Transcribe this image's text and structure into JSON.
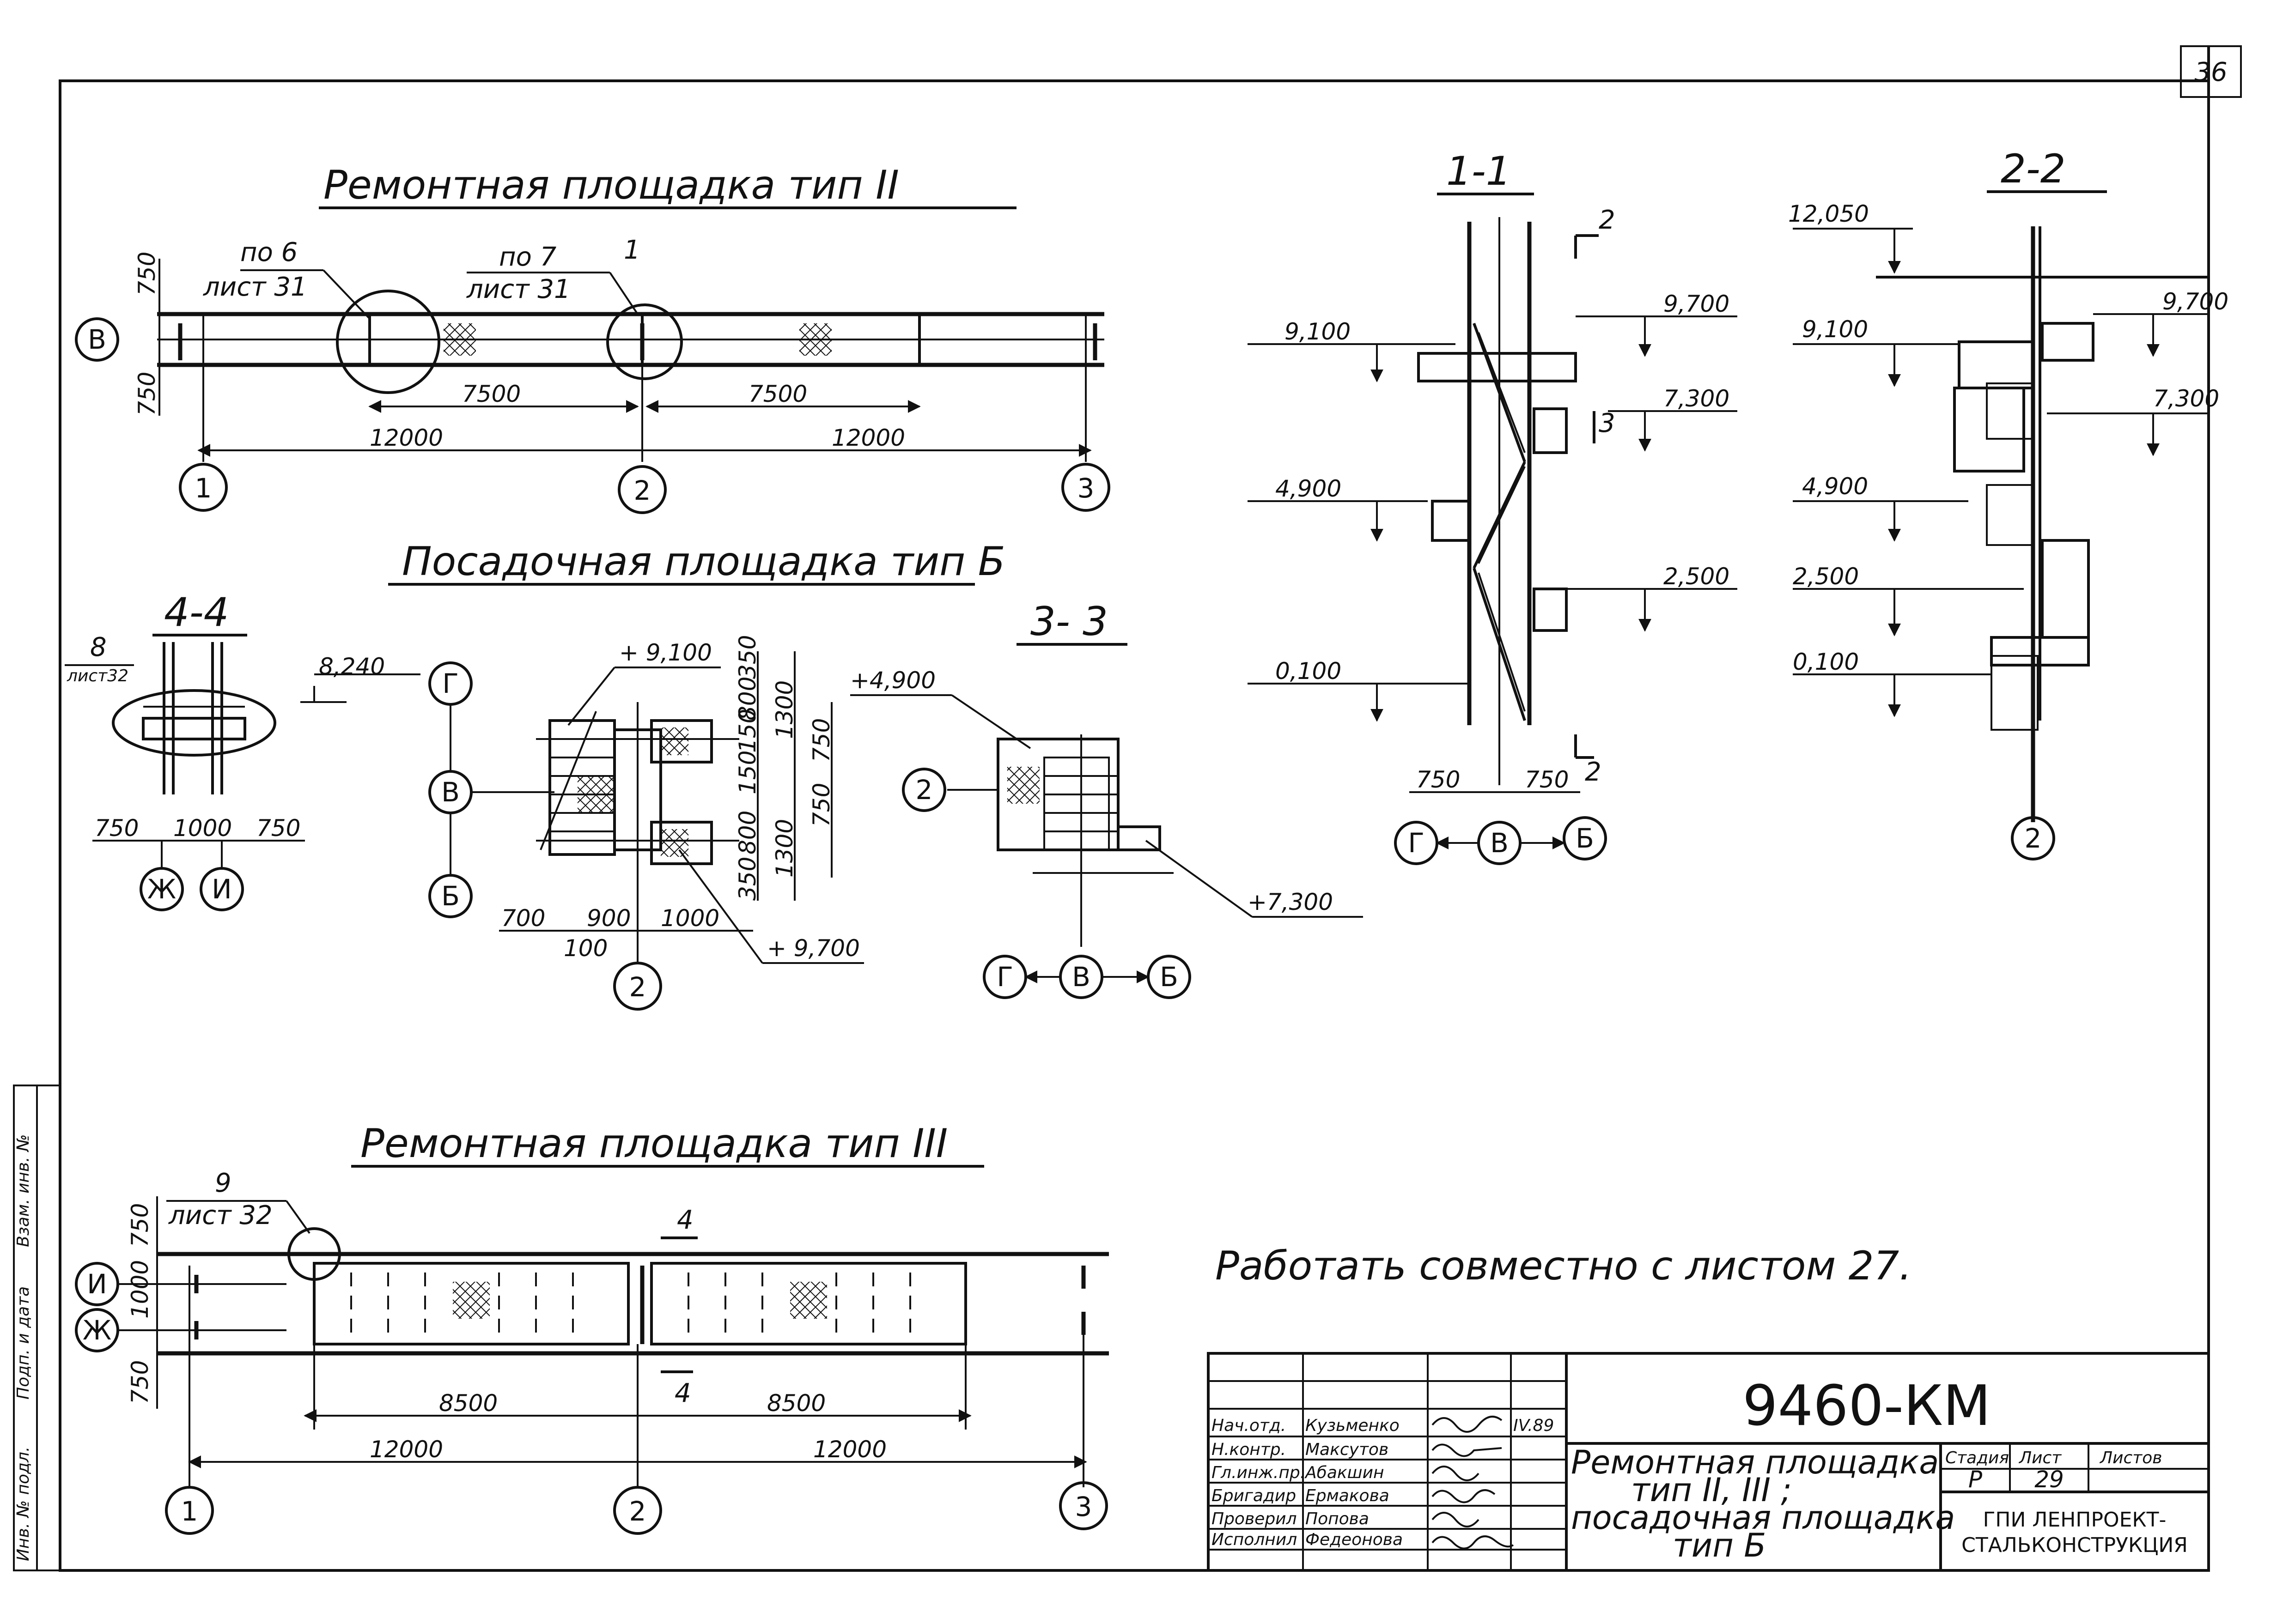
{
  "sheet": {
    "page_number": "36",
    "note": "Работать совместно с листом 27.",
    "left_strip": [
      "Инв. № подл.",
      "Подп. и дата",
      "Взам. инв. №"
    ]
  },
  "plan_type2": {
    "title": "Ремонтная площадка тип II",
    "callout_a": {
      "num": "по 6",
      "sheet": "лист 31"
    },
    "callout_b": {
      "num": "по 7",
      "sheet": "лист 31"
    },
    "section_mark": "1",
    "axis_row": "В",
    "axes": [
      "1",
      "2",
      "3"
    ],
    "dims": {
      "top": "750",
      "bottom": "750",
      "span1": "7500",
      "span2": "7500",
      "axis1": "12000",
      "axis2": "12000"
    }
  },
  "plan_typeB": {
    "title": "Посадочная площадка тип Б",
    "axes_vertical": [
      "Г",
      "В",
      "Б"
    ],
    "axis_bottom": "2",
    "elev_top": "+ 9,100",
    "elev_bottom": "+ 9,700",
    "dims_bottom": [
      "700",
      "900",
      "1000",
      "100"
    ],
    "dims_right": [
      "350",
      "800",
      "150",
      "150",
      "800",
      "350",
      "1300",
      "750",
      "750",
      "1300"
    ]
  },
  "section_4_4": {
    "title": "4-4",
    "callout": {
      "num": "8",
      "sheet": "лист32"
    },
    "elev": "8,240",
    "dims": [
      "750",
      "1000",
      "750"
    ],
    "axes": [
      "Ж",
      "И"
    ]
  },
  "section_3_3": {
    "title": "3- 3",
    "elev_top": "+4,900",
    "elev_bottom": "+7,300",
    "axis_left": "2",
    "axes_bottom": [
      "Г",
      "В",
      "Б"
    ]
  },
  "section_1_1": {
    "title": "1-1",
    "cut_mark": "2",
    "marker": "3",
    "elevations_left": [
      "9,100",
      "4,900",
      "0,100"
    ],
    "elevations_right": [
      "9,700",
      "7,300",
      "2,500"
    ],
    "dims": [
      "750",
      "750"
    ],
    "axes": [
      "Г",
      "В",
      "Б"
    ]
  },
  "section_2_2": {
    "title": "2-2",
    "elevations_left": [
      "12,050",
      "9,100",
      "4,900",
      "2,500",
      "0,100"
    ],
    "elevations_right": [
      "9,700",
      "7,300"
    ],
    "axis": "2"
  },
  "plan_type3": {
    "title": "Ремонтная площадка тип III",
    "callout": {
      "num": "9",
      "sheet": "лист 32"
    },
    "section_mark": "4",
    "axis_rows": [
      "И",
      "Ж"
    ],
    "axes": [
      "1",
      "2",
      "3"
    ],
    "dims": {
      "left": [
        "750",
        "1000",
        "750"
      ],
      "span1": "8500",
      "span2": "8500",
      "axis1": "12000",
      "axis2": "12000"
    }
  },
  "title_block": {
    "code": "9460-КМ",
    "title_lines": [
      "Ремонтная площадка",
      "тип II, III ;",
      "посадочная площадка",
      "тип Б"
    ],
    "stage_header": "Стадия",
    "sheet_header": "Лист",
    "sheets_header": "Листов",
    "stage": "Р",
    "sheet": "29",
    "org_lines": [
      "ГПИ ЛЕНПРОЕКТ-",
      "СТАЛЬКОНСТРУКЦИЯ"
    ],
    "signatures": [
      {
        "role": "Нач.отд.",
        "name": "Кузьменко",
        "date": "IV.89"
      },
      {
        "role": "Н.контр.",
        "name": "Максутов",
        "date": ""
      },
      {
        "role": "Гл.инж.пр.",
        "name": "Абакшин",
        "date": ""
      },
      {
        "role": "Бригадир",
        "name": "Ермакова",
        "date": ""
      },
      {
        "role": "Проверил",
        "name": "Попова",
        "date": ""
      },
      {
        "role": "Исполнил",
        "name": "Федеонова",
        "date": ""
      }
    ]
  }
}
